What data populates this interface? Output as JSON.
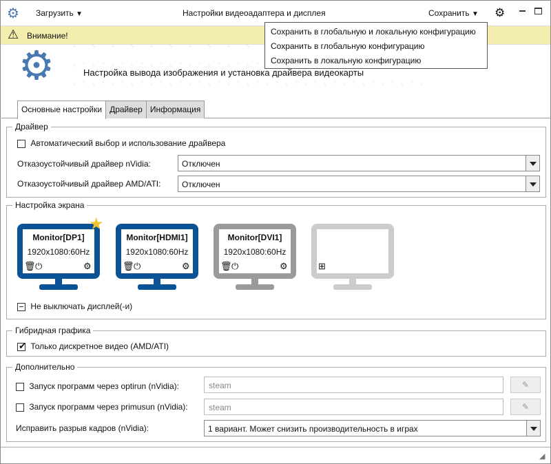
{
  "title": "Настройки видеоадаптера и дисплея",
  "load_label": "Загрузить",
  "save_label": "Сохранить",
  "save_menu": [
    "Сохранить в глобальную и локальную конфигурацию",
    "Сохранить в глобальную конфигурацию",
    "Сохранить в локальную конфигурацию"
  ],
  "warning": "Внимание!",
  "header": "Настройка вывода изображения и установка драйвера видеокарты",
  "tabs": [
    "Основные настройки",
    "Драйвер",
    "Информация"
  ],
  "driver": {
    "title": "Драйвер",
    "auto": "Автоматический выбор и использование драйвера",
    "auto_checked": false,
    "nvidia_label": "Отказоустойчивый драйвер nVidia:",
    "nvidia_value": "Отключен",
    "amd_label": "Отказоустойчивый драйвер AMD/ATI:",
    "amd_value": "Отключен"
  },
  "screen": {
    "title": "Настройка экрана",
    "monitors": [
      {
        "name": "Monitor[DP1]",
        "res": "1920x1080:60Hz",
        "state": "active",
        "primary": true
      },
      {
        "name": "Monitor[HDMI1]",
        "res": "1920x1080:60Hz",
        "state": "active"
      },
      {
        "name": "Monitor[DVI1]",
        "res": "1920x1080:60Hz",
        "state": "disabled"
      },
      {
        "state": "empty"
      }
    ],
    "keep_on": "Не выключать дисплей(-и)",
    "keep_on_state": "indeterminate"
  },
  "hybrid": {
    "title": "Гибридная графика",
    "discrete": "Только дискретное видео (AMD/ATI)",
    "discrete_checked": true
  },
  "extra": {
    "title": "Дополнительно",
    "optirun": "Запуск программ через optirun (nVidia):",
    "optirun_value": "steam",
    "primusun": "Запуск программ через primusun (nVidia):",
    "primusun_value": "steam",
    "tearing_label": "Исправить разрыв кадров (nVidia):",
    "tearing_value": "1 вариант. Может снизить производительность в играх"
  },
  "colors": {
    "active": "#0b5394",
    "disabled": "#9a9a9a",
    "empty": "#cccccc",
    "star": "#f1c232",
    "gear": "#4a78b0"
  }
}
